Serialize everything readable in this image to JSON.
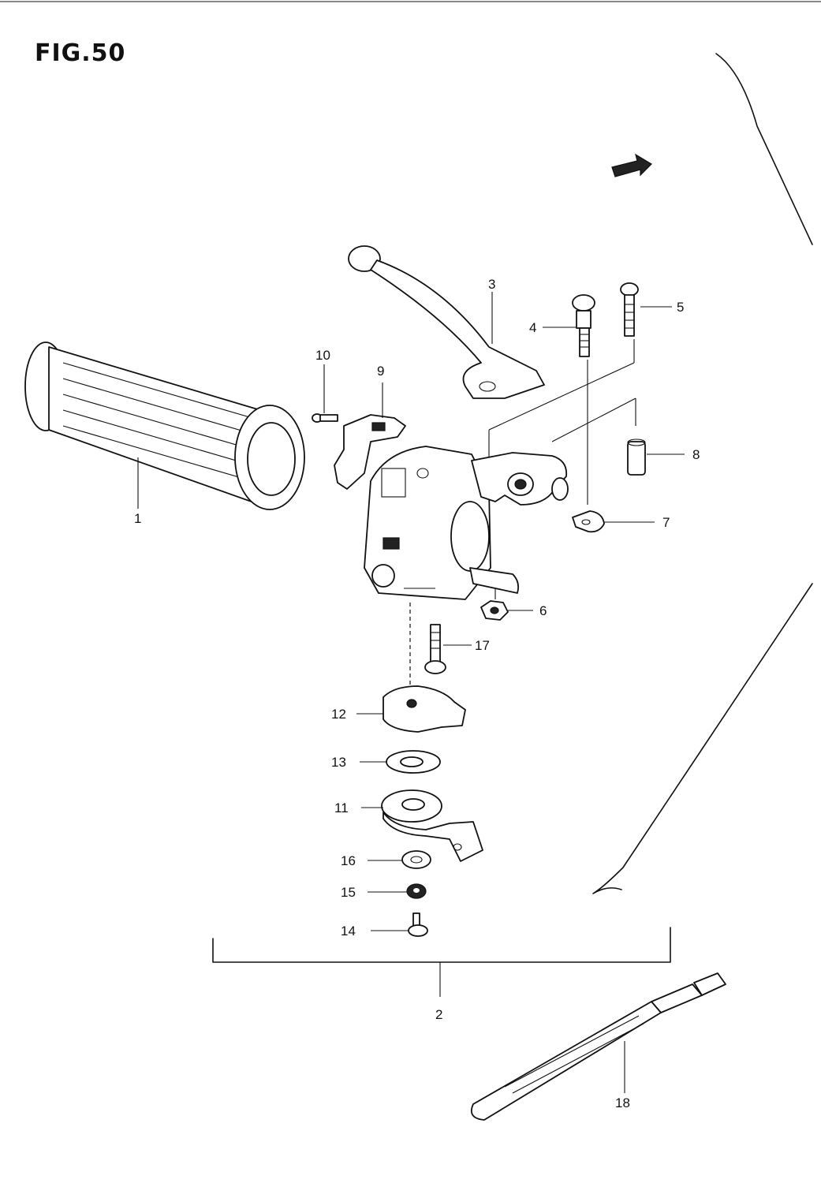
{
  "figure": {
    "title": "FIG.50"
  },
  "labels": {
    "p1": "1",
    "p2": "2",
    "p3": "3",
    "p4": "4",
    "p5": "5",
    "p6": "6",
    "p7": "7",
    "p8": "8",
    "p9": "9",
    "p10": "10",
    "p11": "11",
    "p12": "12",
    "p13": "13",
    "p14": "14",
    "p15": "15",
    "p16": "16",
    "p17": "17",
    "p18": "18"
  },
  "icons": {
    "assembly-arrow": "arrow-icon"
  }
}
